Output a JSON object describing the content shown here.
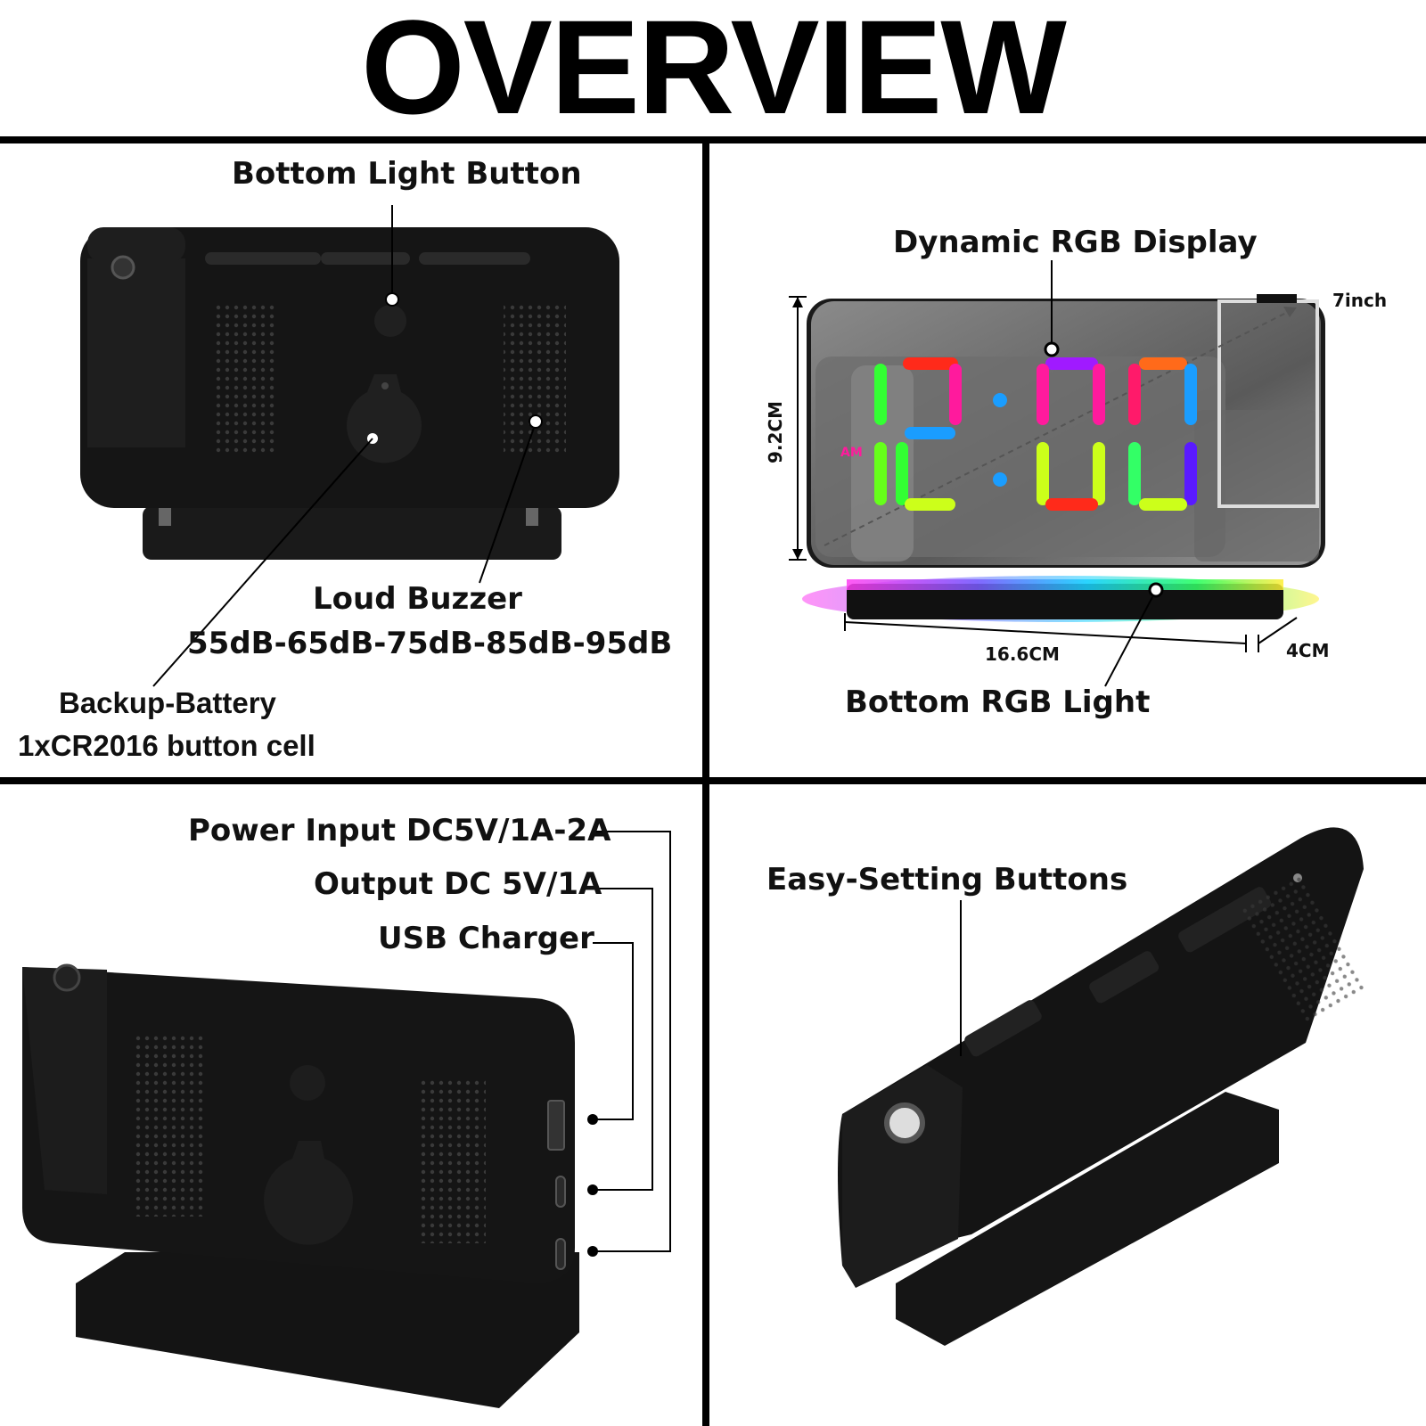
{
  "title": "OVERVIEW",
  "panels": {
    "back_view": {
      "bottom_light_button": "Bottom Light Button",
      "loud_buzzer": "Loud Buzzer",
      "buzzer_levels": "55dB-65dB-75dB-85dB-95dB",
      "backup_battery": "Backup-Battery",
      "battery_type": "1xCR2016 button cell"
    },
    "front_view": {
      "display_label": "Dynamic RGB Display",
      "bottom_light_label": "Bottom RGB Light",
      "clock_time": "12:00",
      "am_label": "AM",
      "diagonal": "7inch",
      "height": "9.2CM",
      "width": "16.6CM",
      "depth": "4CM"
    },
    "ports_view": {
      "power_input": "Power Input DC5V/1A-2A",
      "output": "Output DC 5V/1A",
      "usb_charger": "USB Charger"
    },
    "top_view": {
      "buttons_label": "Easy-Setting Buttons"
    }
  },
  "colors": {
    "accent_red": "#ff2a1a",
    "accent_green": "#33ff33",
    "accent_blue": "#1a9dff",
    "accent_purple": "#a01aff",
    "accent_pink": "#ff1a9d",
    "accent_yellow": "#ccff1a",
    "device_black": "#151515"
  }
}
